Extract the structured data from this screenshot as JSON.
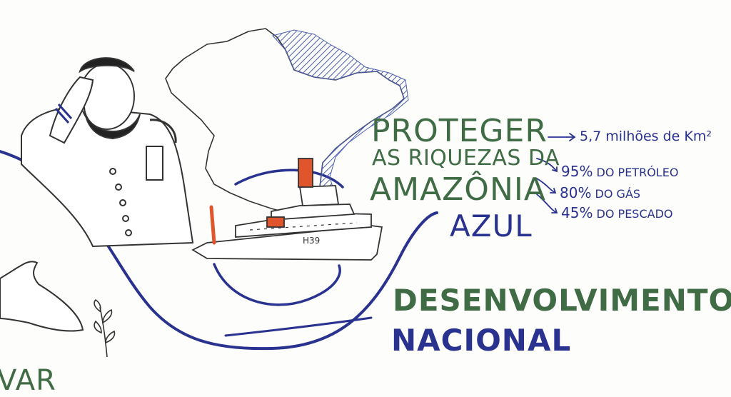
{
  "headline": {
    "line1": "PROTEGER",
    "line2": "AS RIQUEZAS DA",
    "line3": "AMAZÔNIA",
    "line4": "AZUL"
  },
  "stats": {
    "area": "5,7 milhões de Km²",
    "petroleo_pct": "95%",
    "petroleo_label": "DO PETRÓLEO",
    "gas_pct": "80%",
    "gas_label": "DO GÁS",
    "pescado_pct": "45%",
    "pescado_label": "DO PESCADO"
  },
  "bottom": {
    "line1": "DESENVOLVIMENTO",
    "line2": "NACIONAL",
    "left_fragment": "VAR"
  },
  "ship": {
    "hull_number": "H39"
  },
  "colors": {
    "green": "#3f6b45",
    "navy": "#2a3290",
    "accent_orange": "#e0552b",
    "hatch_blue": "#4a5fb0"
  }
}
